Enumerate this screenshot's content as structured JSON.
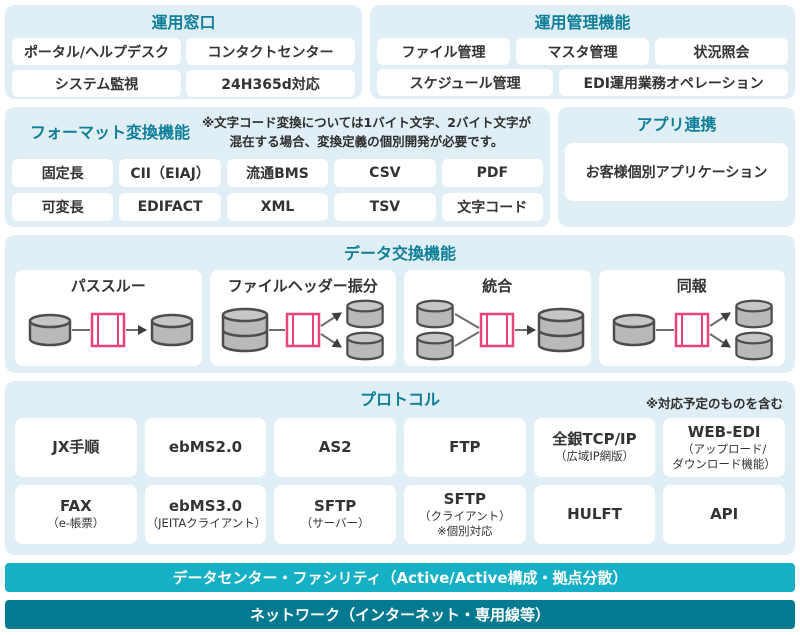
{
  "operation_window": {
    "title": "運用窓口",
    "items": [
      "ポータル/ヘルプデスク",
      "コンタクトセンター",
      "システム監視",
      "24H365d対応"
    ]
  },
  "operation_management": {
    "title": "運用管理機能",
    "row1": [
      "ファイル管理",
      "マスタ管理",
      "状況照会"
    ],
    "row2": [
      "スケジュール管理",
      "EDI運用業務オペレーション"
    ]
  },
  "format_conversion": {
    "title": "フォーマット変換機能",
    "note": "※文字コード変換については1バイト文字、2バイト文字が\n混在する場合、変換定義の個別開発が必要です。",
    "row1": [
      "固定長",
      "CII（EIAJ）",
      "流通BMS",
      "CSV",
      "PDF"
    ],
    "row2": [
      "可変長",
      "EDIFACT",
      "XML",
      "TSV",
      "文字コード"
    ]
  },
  "app_link": {
    "title": "アプリ連携",
    "item": "お客様個別アプリケーション"
  },
  "data_exchange": {
    "title": "データ交換機能",
    "cards": [
      "パススルー",
      "ファイルヘッダー振分",
      "統合",
      "同報"
    ]
  },
  "protocol": {
    "title": "プロトコル",
    "note": "※対応予定のものを含む",
    "row1": [
      {
        "main": "JX手順",
        "sub": ""
      },
      {
        "main": "ebMS2.0",
        "sub": ""
      },
      {
        "main": "AS2",
        "sub": ""
      },
      {
        "main": "FTP",
        "sub": ""
      },
      {
        "main": "全銀TCP/IP",
        "sub": "（広域IP網版）"
      },
      {
        "main": "WEB-EDI",
        "sub": "（アップロード/\nダウンロード機能）"
      }
    ],
    "row2": [
      {
        "main": "FAX",
        "sub": "（e-帳票）"
      },
      {
        "main": "ebMS3.0",
        "sub": "（JEITAクライアント）"
      },
      {
        "main": "SFTP",
        "sub": "（サーバー）"
      },
      {
        "main": "SFTP",
        "sub": "（クライアント）\n※個別対応"
      },
      {
        "main": "HULFT",
        "sub": ""
      },
      {
        "main": "API",
        "sub": ""
      }
    ]
  },
  "infrastructure": {
    "datacenter": "データセンター・ファシリティ（Active/Active構成・拠点分散）",
    "network": "ネットワーク（インターネット・専用線等）"
  },
  "colors": {
    "title_teal": "#0e7e99",
    "panel_bg": "#e0eff5",
    "bar_light_teal": "#15b0c5",
    "bar_dark_teal": "#037a90",
    "diagram_pink": "#e8437c",
    "cylinder_gray": "#b9b9b9"
  }
}
